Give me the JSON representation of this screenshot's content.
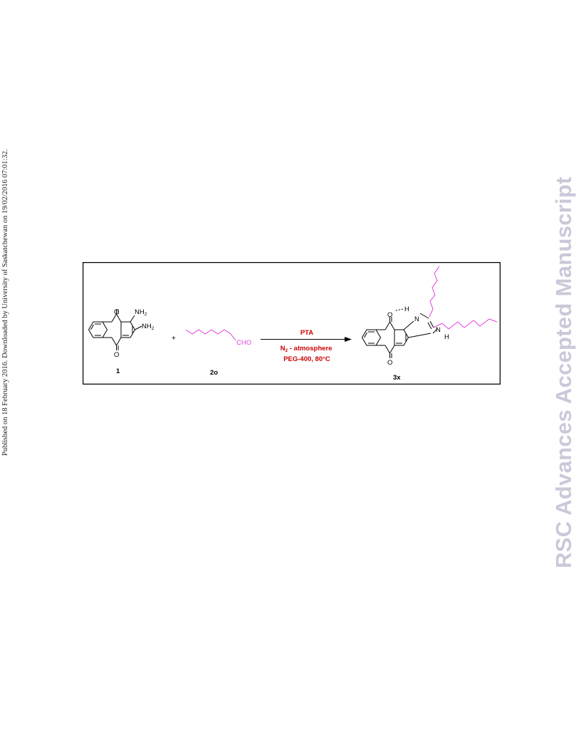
{
  "sidebar_left": {
    "text": "Published on 18 February 2016. Downloaded by University of Saskatchewan on 19/02/2016 07:01:32."
  },
  "watermark": {
    "text": "RSC Advances Accepted Manuscript"
  },
  "scheme": {
    "colors": {
      "alkyl_chain": "#e040e0",
      "conditions": "#cc0000",
      "frame": "#000000"
    },
    "reactant1": {
      "label": "1",
      "atoms": {
        "o_top": "O",
        "o_bottom": "O",
        "nh2_a": "NH",
        "nh2_b": "NH",
        "sub": "2"
      }
    },
    "plus": "+",
    "reactant2": {
      "label": "2o",
      "group": "CHO"
    },
    "arrow": {
      "above": "PTA",
      "below_line1_main": "N",
      "below_line1_sub": "2",
      "below_line1_rest": " - atmosphere",
      "below_line2": "PEG-400, 80°C"
    },
    "product": {
      "label": "3x",
      "atoms": {
        "o_top": "O",
        "o_bottom": "O",
        "h1": "H",
        "n1": "N",
        "n2": "N",
        "h2": "H"
      }
    }
  }
}
